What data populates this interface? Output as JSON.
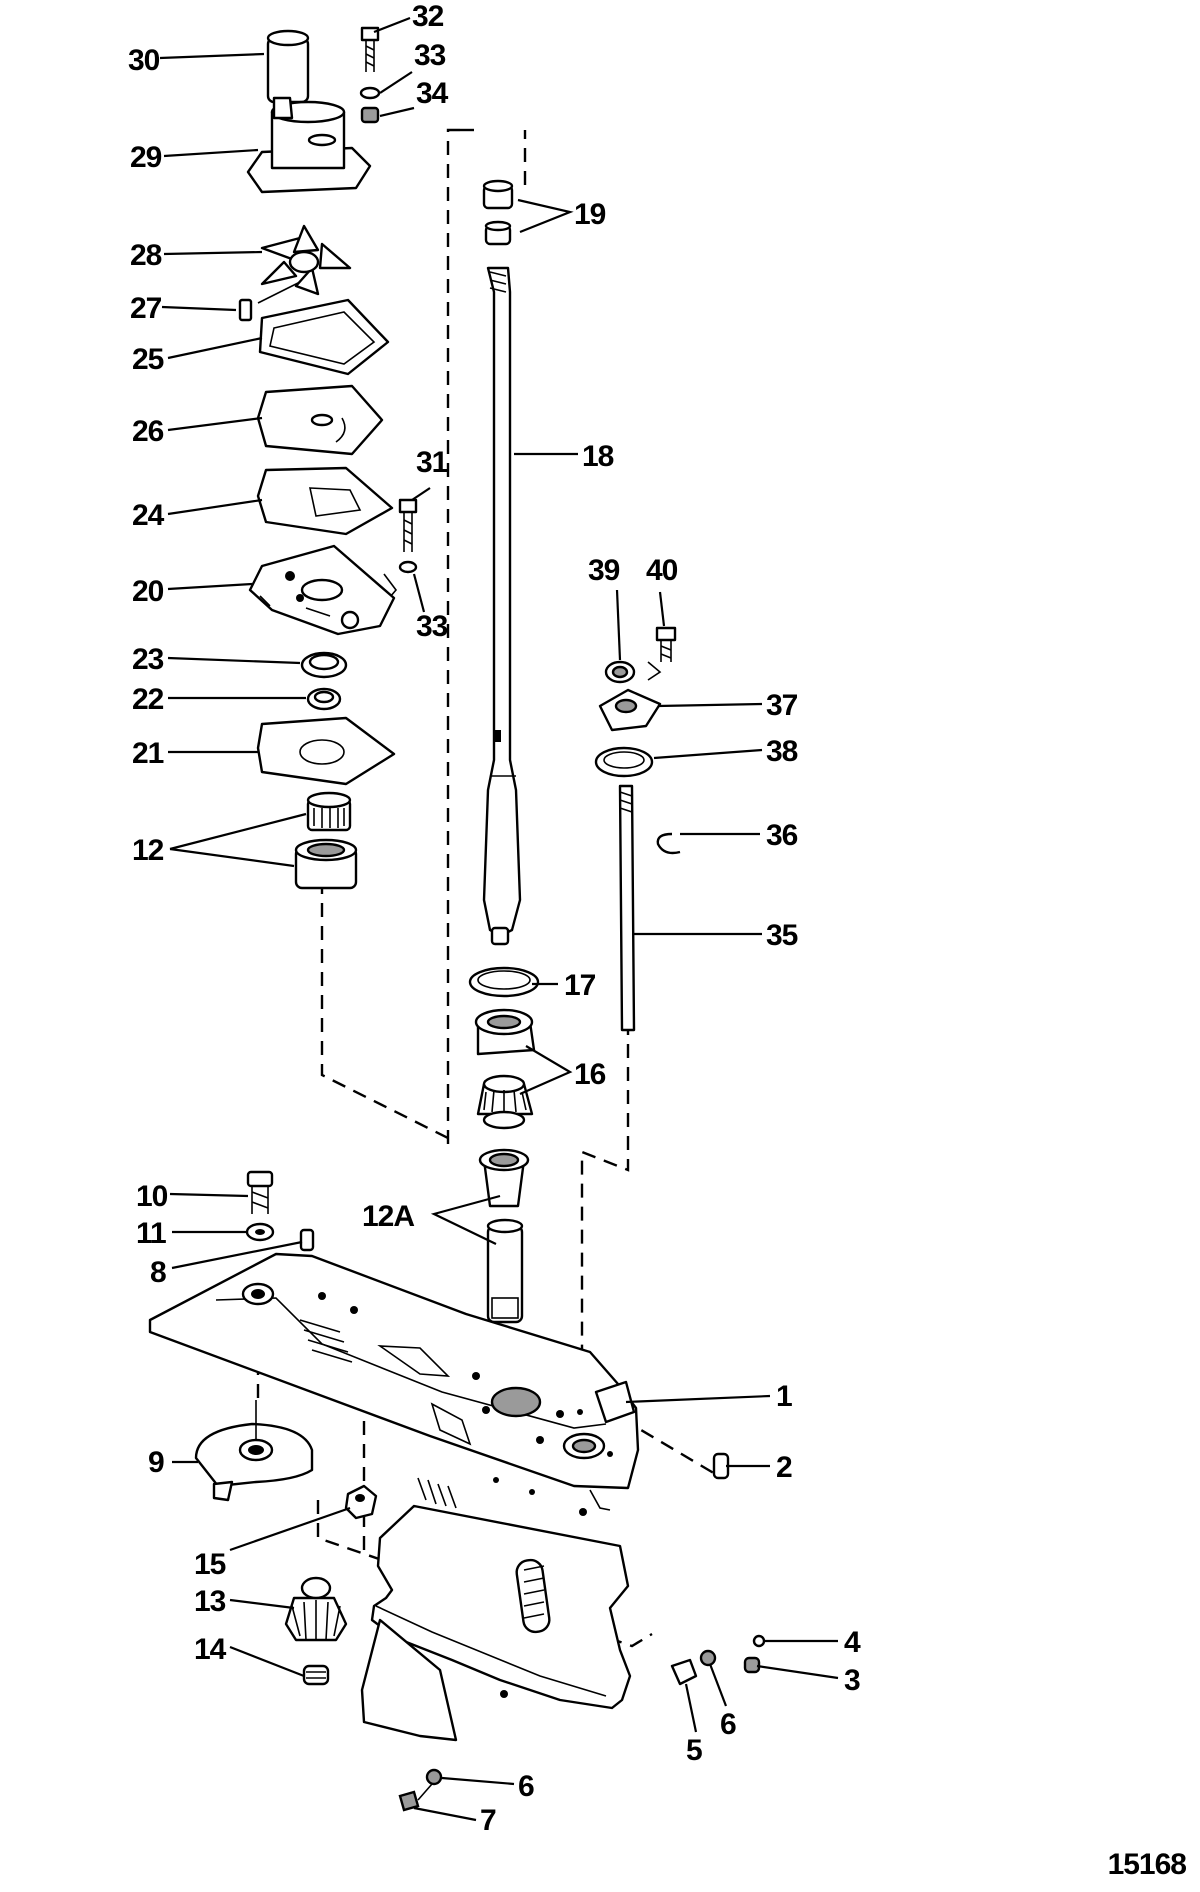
{
  "figure_number": "15168",
  "labels": {
    "l1": "1",
    "l2": "2",
    "l3": "3",
    "l4": "4",
    "l5": "5",
    "l6a": "6",
    "l6b": "6",
    "l7": "7",
    "l8": "8",
    "l9": "9",
    "l10": "10",
    "l11": "11",
    "l12": "12",
    "l12a": "12A",
    "l13": "13",
    "l14": "14",
    "l15": "15",
    "l16": "16",
    "l17": "17",
    "l18": "18",
    "l19": "19",
    "l20": "20",
    "l21": "21",
    "l22": "22",
    "l23": "23",
    "l24": "24",
    "l25": "25",
    "l26": "26",
    "l27": "27",
    "l28": "28",
    "l29": "29",
    "l30": "30",
    "l31": "31",
    "l32": "32",
    "l33a": "33",
    "l33b": "33",
    "l34": "34",
    "l35": "35",
    "l36": "36",
    "l37": "37",
    "l38": "38",
    "l39": "39",
    "l40": "40"
  },
  "colors": {
    "ink": "#000000",
    "paper": "#ffffff",
    "shade": "#9a9a9a"
  }
}
